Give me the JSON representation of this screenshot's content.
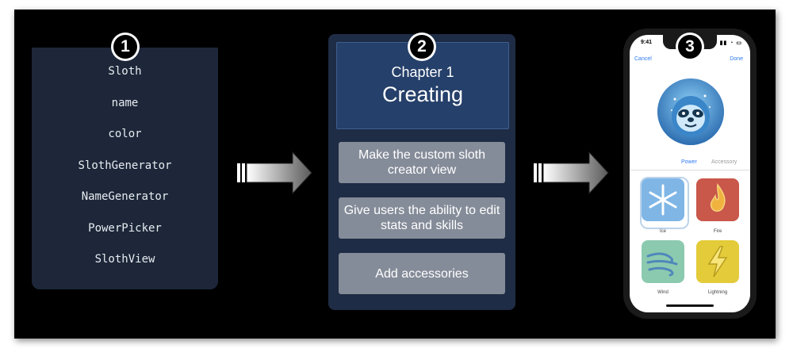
{
  "badges": [
    "1",
    "2",
    "3"
  ],
  "panel1": {
    "items": [
      "Sloth",
      "name",
      "color",
      "SlothGenerator",
      "NameGenerator",
      "PowerPicker",
      "SlothView"
    ]
  },
  "panel2": {
    "chapter": "Chapter 1",
    "title": "Creating",
    "steps": [
      "Make the custom sloth creator view",
      "Give users the ability to edit stats and skills",
      "Add accessories"
    ]
  },
  "phone": {
    "time": "9:41",
    "cancel": "Cancel",
    "done": "Done",
    "tabs": [
      "Power",
      "Accessory"
    ],
    "powers": [
      {
        "label": "Ice",
        "icon": "snowflake-icon",
        "color": "#7fb6e6"
      },
      {
        "label": "Fire",
        "icon": "flame-icon",
        "color": "#c9574a"
      },
      {
        "label": "Wind",
        "icon": "wind-icon",
        "color": "#8ccab0"
      },
      {
        "label": "Lightning",
        "icon": "lightning-icon",
        "color": "#e3cb3a"
      }
    ]
  },
  "colors": {
    "accent": "#2f7cf6",
    "panel": "#1d2739",
    "header": "#25406a",
    "step": "#858c99"
  }
}
